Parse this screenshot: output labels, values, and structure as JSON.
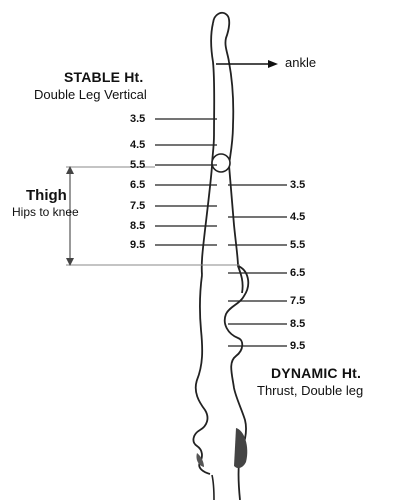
{
  "ankle_label": "ankle",
  "stable": {
    "title": "STABLE Ht.",
    "subtitle": "Double Leg Vertical",
    "marks": [
      "3.5",
      "4.5",
      "5.5",
      "6.5",
      "7.5",
      "8.5",
      "9.5"
    ]
  },
  "thigh": {
    "title": "Thigh",
    "subtitle": "Hips to knee"
  },
  "dynamic": {
    "title": "DYNAMIC Ht.",
    "subtitle": "Thrust, Double leg",
    "marks": [
      "3.5",
      "4.5",
      "5.5",
      "6.5",
      "7.5",
      "8.5",
      "9.5"
    ]
  }
}
